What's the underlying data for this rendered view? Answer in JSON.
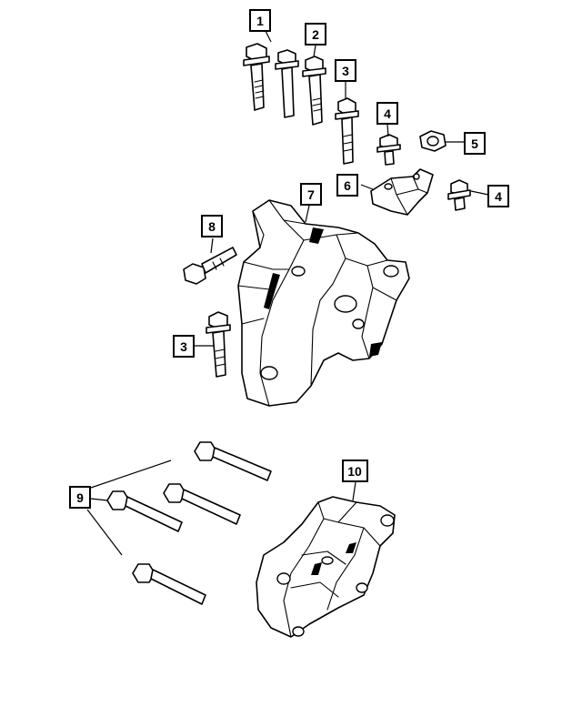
{
  "callouts": [
    {
      "label": "1"
    },
    {
      "label": "2"
    },
    {
      "label": "3"
    },
    {
      "label": "4"
    },
    {
      "label": "5"
    },
    {
      "label": "6"
    },
    {
      "label": "4"
    },
    {
      "label": "7"
    },
    {
      "label": "8"
    },
    {
      "label": "3"
    },
    {
      "label": "9"
    },
    {
      "label": "10"
    }
  ]
}
